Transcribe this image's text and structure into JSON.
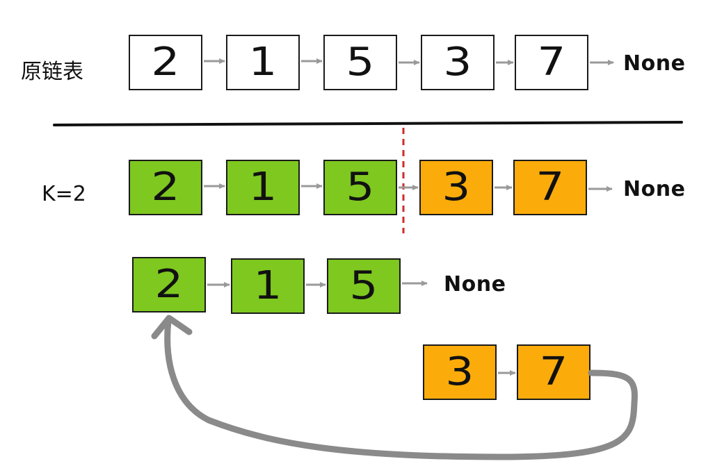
{
  "labels": {
    "original": "原链表",
    "k": "K=2",
    "none": "None"
  },
  "colors": {
    "plain": "#ffffff",
    "head_part": "#7ec820",
    "tail_part": "#fbab0a",
    "arrow": "#9a9a9a",
    "divider": "#111111",
    "split": "#d22a2a"
  },
  "rows": {
    "original": {
      "values": [
        "2",
        "1",
        "5",
        "3",
        "7"
      ],
      "none": "None"
    },
    "k_split": {
      "values": [
        "2",
        "1",
        "5",
        "3",
        "7"
      ],
      "none": "None"
    },
    "head": {
      "values": [
        "2",
        "1",
        "5"
      ],
      "none": "None"
    },
    "tail": {
      "values": [
        "3",
        "7"
      ]
    }
  }
}
